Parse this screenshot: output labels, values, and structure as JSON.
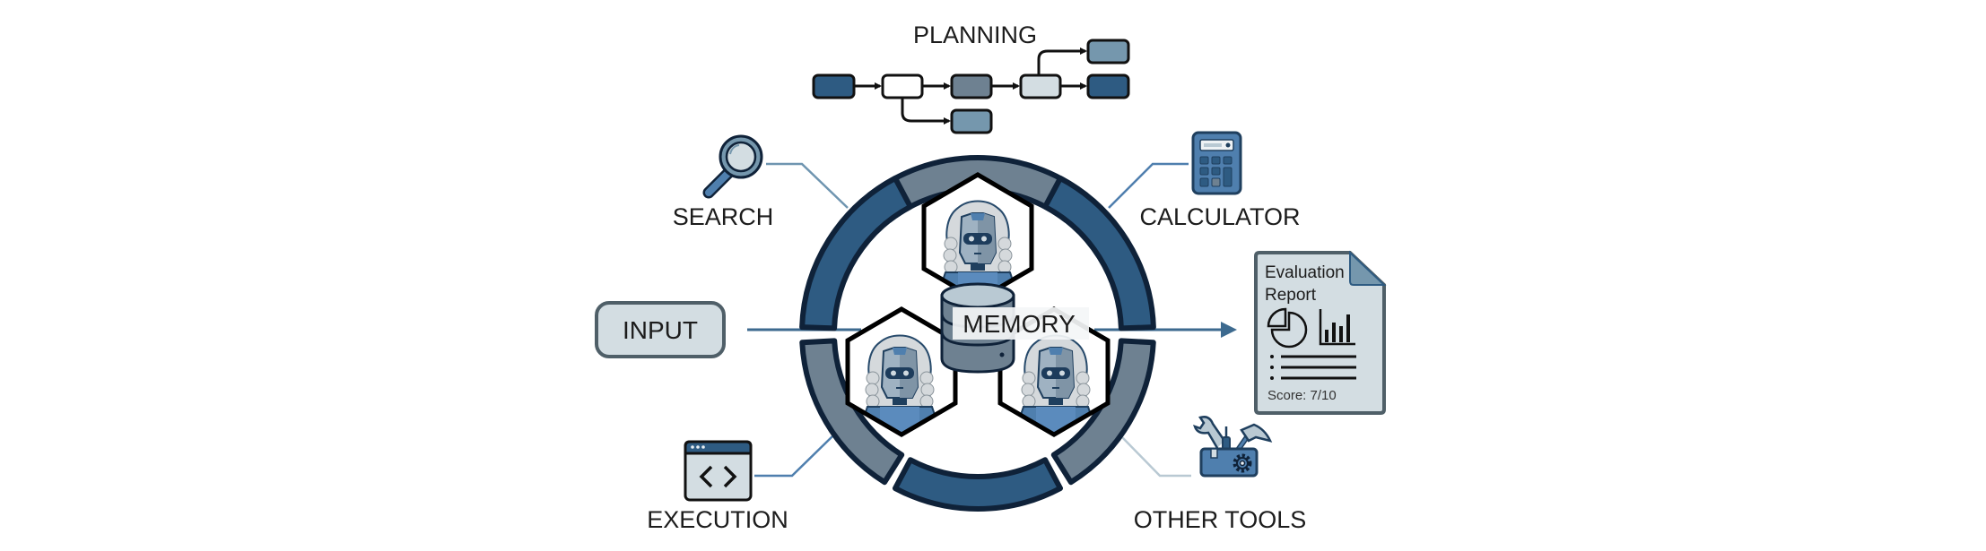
{
  "diagram": {
    "title": "Multi-agent evaluation system",
    "planning": {
      "label": "PLANNING",
      "steps": [
        {
          "id": "p1",
          "tone": "dark"
        },
        {
          "id": "p2",
          "tone": "white"
        },
        {
          "id": "p3",
          "tone": "slate"
        },
        {
          "id": "p4",
          "tone": "light"
        },
        {
          "id": "p5a",
          "tone": "steel"
        },
        {
          "id": "p5b",
          "tone": "dark"
        },
        {
          "id": "p3b",
          "tone": "steel"
        }
      ]
    },
    "tools": {
      "search": {
        "label": "SEARCH",
        "icon": "magnifier-icon"
      },
      "calculator": {
        "label": "CALCULATOR",
        "icon": "calculator-icon"
      },
      "execution": {
        "label": "EXECUTION",
        "icon": "code-window-icon"
      },
      "other_tools": {
        "label": "OTHER TOOLS",
        "icon": "toolbox-icon"
      }
    },
    "input": {
      "label": "INPUT"
    },
    "memory": {
      "label": "MEMORY",
      "icon": "database-icon"
    },
    "agents": [
      {
        "name": "judge-agent-top",
        "icon": "robot-judge-icon"
      },
      {
        "name": "judge-agent-left",
        "icon": "robot-judge-icon"
      },
      {
        "name": "judge-agent-right",
        "icon": "robot-judge-icon"
      }
    ],
    "report": {
      "title_line1": "Evaluation",
      "title_line2": "Report",
      "score": "Score: 7/10"
    },
    "colors": {
      "dark_blue": "#2e5b82",
      "slate": "#6e8191",
      "steel": "#7597ad",
      "light": "#d3dde2",
      "outline": "#0f2239",
      "connector": "#6f95b0",
      "connector_light": "#b9c9d3",
      "arrow": "#3d6a8f"
    }
  }
}
